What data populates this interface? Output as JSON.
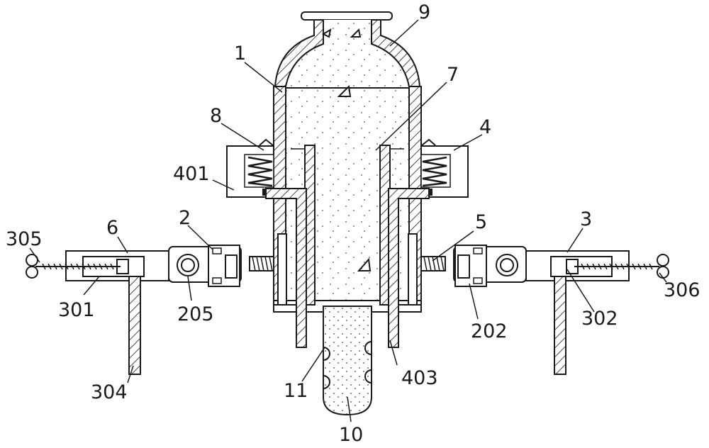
{
  "labels": {
    "l1": "1",
    "l2": "2",
    "l3": "3",
    "l4": "4",
    "l5": "5",
    "l6": "6",
    "l7": "7",
    "l8": "8",
    "l9": "9",
    "l10": "10",
    "l11": "11",
    "l202": "202",
    "l205": "205",
    "l301": "301",
    "l302": "302",
    "l304": "304",
    "l305": "305",
    "l306": "306",
    "l401": "401",
    "l403": "403"
  }
}
